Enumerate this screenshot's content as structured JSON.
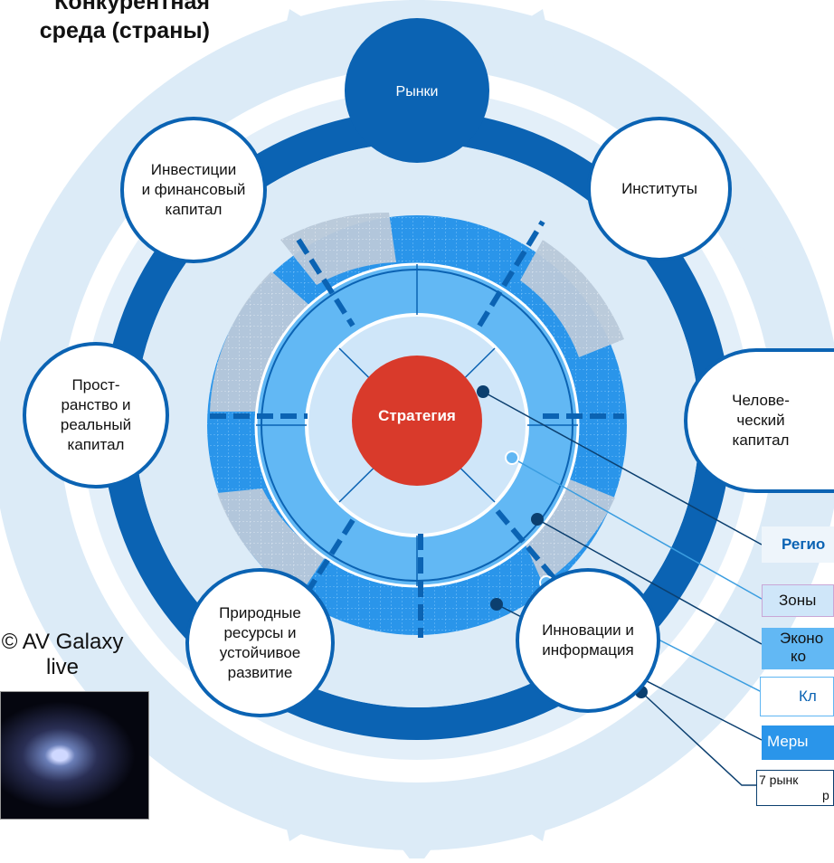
{
  "title": "Конкурентная\nсреда (страны)",
  "center_label": "Стратегия",
  "nodes": {
    "markets": "Рынки",
    "investments": "Инвестиции\nи финансовый\nкапитал",
    "institutes": "Институты",
    "space": "Прост-\nранство и\nреальный\nкапитал",
    "human": "Челове-\nческий\nкапитал",
    "natural": "Природные\nресурсы и\nустойчивое\nразвитие",
    "innovation": "Инновации и\nинформация"
  },
  "legend": {
    "regions": "Регио",
    "zones": "Зоны",
    "econ_line1": "Эконо",
    "econ_line2": "ко",
    "clusters": "Кл",
    "measures": "Меры",
    "markets7_line1": "7 рынк",
    "markets7_line2": "р"
  },
  "credit": "© AV Galaxy\nlive",
  "colors": {
    "dark_blue": "#0b63b3",
    "mid_blue": "#5fb6f3",
    "light_blue": "#cfe6f9",
    "pale_blue": "#dcebf7",
    "red": "#d93a2b"
  }
}
